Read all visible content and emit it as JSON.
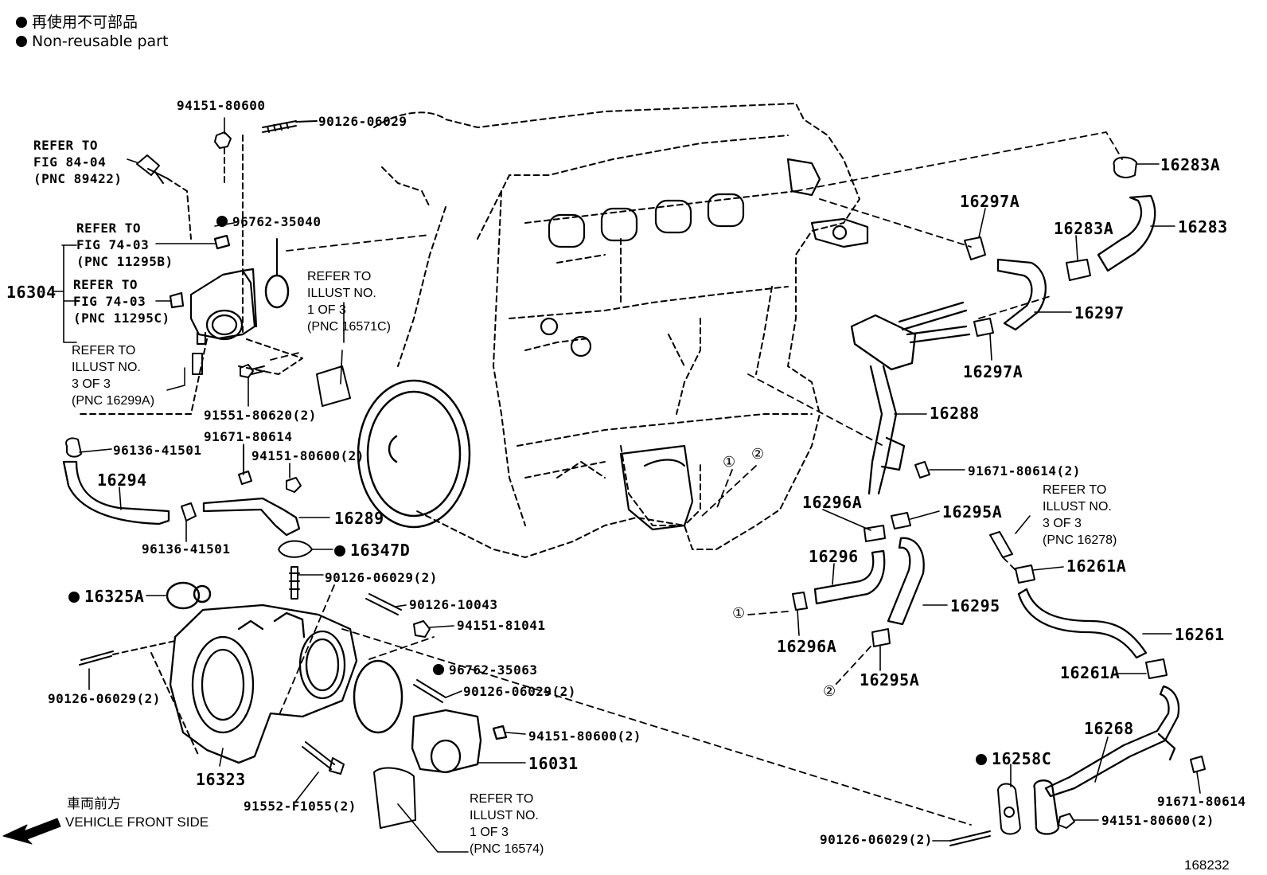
{
  "legend": {
    "line_jp": "再使用不可部品",
    "line_en": "Non-reusable part"
  },
  "figure_number": "168232",
  "front": {
    "label_jp": "車両前方",
    "label_en": "VEHICLE FRONT SIDE"
  },
  "circled_refs": {
    "one": "①",
    "two": "②"
  },
  "refs": {
    "fig84": {
      "l1": "REFER TO",
      "l2": "FIG 84-04",
      "l3": "(PNC 89422)"
    },
    "fig74a": {
      "l1": "REFER TO",
      "l2": "FIG 74-03",
      "l3": "(PNC 11295B)"
    },
    "fig74b": {
      "l1": "REFER TO",
      "l2": "FIG 74-03",
      "l3": "(PNC 11295C)"
    },
    "illust16299a": {
      "l1": "REFER TO",
      "l2": "ILLUST NO.",
      "l3": "3 OF 3",
      "l4": "(PNC 16299A)"
    },
    "illust16571c": {
      "l1": "REFER TO",
      "l2": "ILLUST NO.",
      "l3": "1 OF 3",
      "l4": "(PNC 16571C)"
    },
    "illust16278": {
      "l1": "REFER TO",
      "l2": "ILLUST NO.",
      "l3": "3 OF 3",
      "l4": "(PNC 16278)"
    },
    "illust16574": {
      "l1": "REFER TO",
      "l2": "ILLUST NO.",
      "l3": "1 OF 3",
      "l4": "(PNC 16574)"
    }
  },
  "parts": {
    "p94151_80600_top": "94151-80600",
    "p90126_06029_top": "90126-06029",
    "p96762_35040": "96762-35040",
    "p16304": "16304",
    "p91551_80620": "91551-80620(2)",
    "p91671_80614_a": "91671-80614",
    "p94151_80600_2a": "94151-80600(2)",
    "p96136_41501_a": "96136-41501",
    "p96136_41501_b": "96136-41501",
    "p16294": "16294",
    "p16289": "16289",
    "p16347d": "16347D",
    "p90126_06029_2a": "90126-06029(2)",
    "p16325a": "16325A",
    "p90126_10043": "90126-10043",
    "p94151_81041": "94151-81041",
    "p96762_35063": "96762-35063",
    "p90126_06029_2b": "90126-06029(2)",
    "p90126_06029_2c": "90126-06029(2)",
    "p94151_80600_2b": "94151-80600(2)",
    "p16031": "16031",
    "p16323": "16323",
    "p91552_f1055": "91552-F1055(2)",
    "p16283a_top": "16283A",
    "p16297a_top": "16297A",
    "p16283a_mid": "16283A",
    "p16283": "16283",
    "p16297": "16297",
    "p16297a_bot": "16297A",
    "p16288": "16288",
    "p91671_80614_2": "91671-80614(2)",
    "p16296a_top": "16296A",
    "p16295a_top": "16295A",
    "p16296": "16296",
    "p16295": "16295",
    "p16296a_bot": "16296A",
    "p16295a_bot": "16295A",
    "p16261a_top": "16261A",
    "p16261": "16261",
    "p16261a_bot": "16261A",
    "p16268": "16268",
    "p16258c": "16258C",
    "p91671_80614_b": "91671-80614",
    "p94151_80600_2c": "94151-80600(2)",
    "p90126_06029_2d": "90126-06029(2)"
  }
}
